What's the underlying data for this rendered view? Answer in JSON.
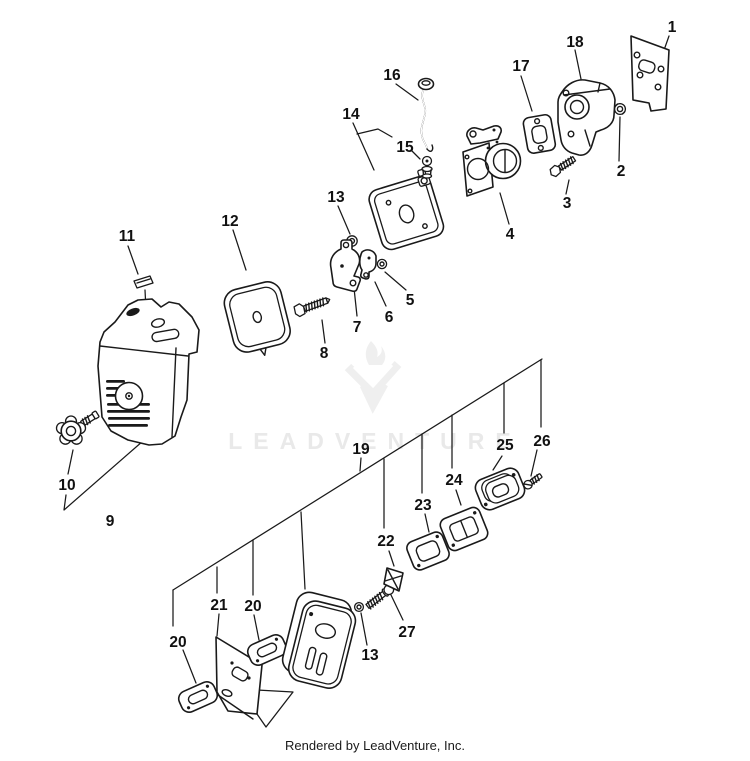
{
  "diagram": {
    "type": "exploded-parts-diagram",
    "description": "Line-art exploded view of engine carburetor, air cleaner and muffler assembly with numbered callouts",
    "background": "#ffffff",
    "line_color": "#1a1a1a",
    "part_numbers_shown": [
      "1",
      "2",
      "3",
      "4",
      "5",
      "6",
      "7",
      "8",
      "9",
      "10",
      "11",
      "12",
      "13",
      "14",
      "15",
      "16",
      "17",
      "18",
      "19",
      "20",
      "21",
      "22",
      "23",
      "24",
      "25",
      "26",
      "27"
    ]
  },
  "watermark": {
    "text": "LEADVENTURE",
    "logo": "flame-v-logo",
    "color": "#e9e9e9"
  },
  "footer": {
    "text": "Rendered by LeadVenture, Inc."
  },
  "callouts": [
    {
      "text": "1"
    },
    {
      "text": "2"
    },
    {
      "text": "3"
    },
    {
      "text": "4"
    },
    {
      "text": "5"
    },
    {
      "text": "6"
    },
    {
      "text": "7"
    },
    {
      "text": "8"
    },
    {
      "text": "9"
    },
    {
      "text": "10"
    },
    {
      "text": "11"
    },
    {
      "text": "12"
    },
    {
      "text": "13"
    },
    {
      "text": "13"
    },
    {
      "text": "14"
    },
    {
      "text": "15"
    },
    {
      "text": "16"
    },
    {
      "text": "17"
    },
    {
      "text": "18"
    },
    {
      "text": "19"
    },
    {
      "text": "20"
    },
    {
      "text": "20"
    },
    {
      "text": "21"
    },
    {
      "text": "22"
    },
    {
      "text": "23"
    },
    {
      "text": "24"
    },
    {
      "text": "25"
    },
    {
      "text": "26"
    },
    {
      "text": "27"
    }
  ]
}
